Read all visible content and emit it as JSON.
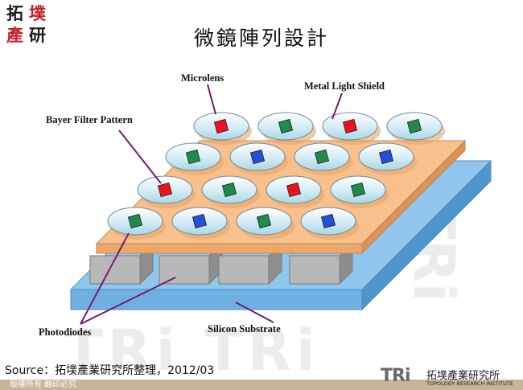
{
  "logo": {
    "chars": [
      "拓",
      "墣",
      "產",
      "研"
    ]
  },
  "title": "微鏡陣列設計",
  "labels": {
    "microlens": "Microlens",
    "metal_light_shield": "Metal Light Shield",
    "bayer_filter": "Bayer Filter Pattern",
    "photodiodes": "Photodiodes",
    "silicon_substrate": "Silicon Substrate"
  },
  "filter_grid": {
    "rows": [
      [
        "red",
        "green",
        "red",
        "green"
      ],
      [
        "green",
        "blue",
        "green",
        "blue"
      ],
      [
        "red",
        "green",
        "red",
        "green"
      ],
      [
        "green",
        "blue",
        "green",
        "blue"
      ]
    ]
  },
  "colors": {
    "red": "#e8141e",
    "green": "#1f8a4a",
    "blue": "#2350d8",
    "shield": "#f7c08c",
    "substrate": "#8ec6ee",
    "photodiode": "#b4b4b4",
    "pointer": "#7a1a6e"
  },
  "source": "Source：拓墣產業研究所整理，2012/03",
  "footer": "版權所有‧翻印必究",
  "brand": {
    "name": "TRi",
    "cn": "拓墣產業研究所",
    "en": "TOPOLOGY RESEARCH INSTITUTE"
  }
}
